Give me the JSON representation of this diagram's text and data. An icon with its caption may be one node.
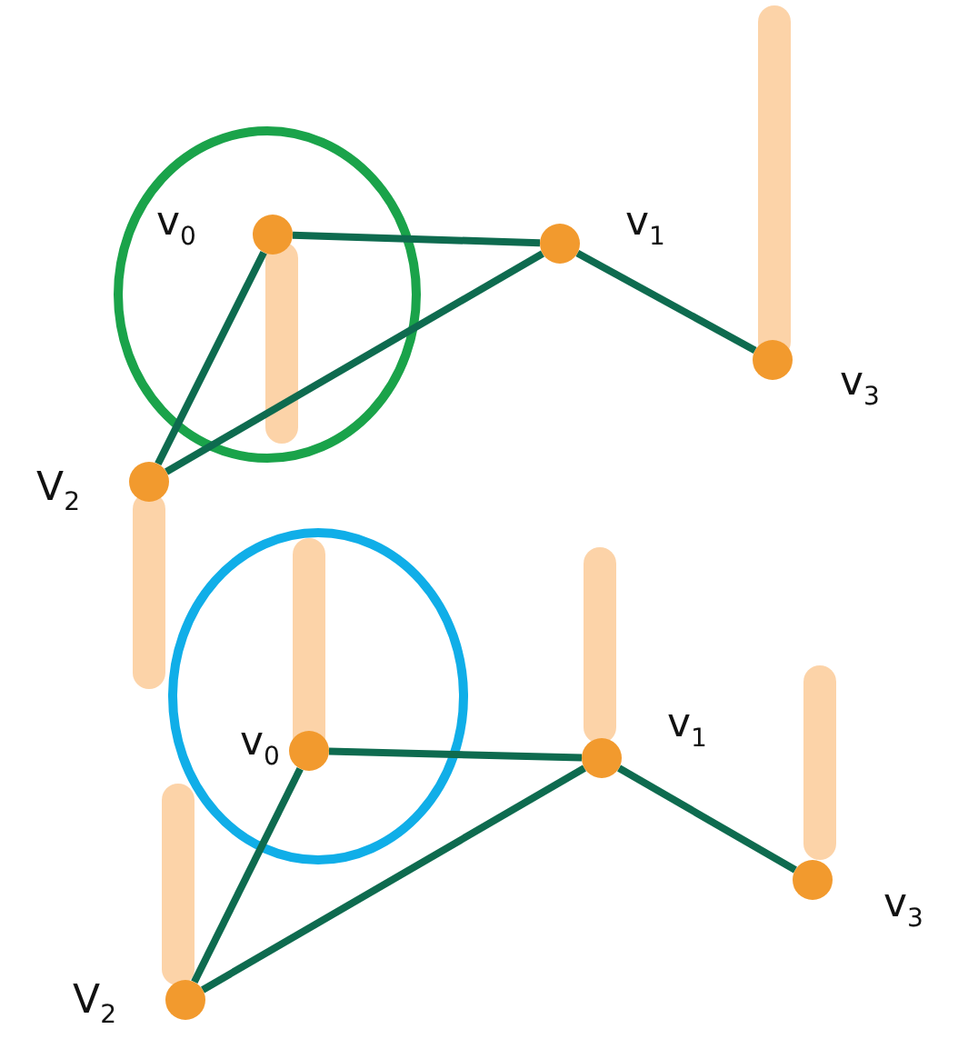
{
  "diagram": {
    "nodes": [
      {
        "text": [],
        "shape": "circle",
        "beside": [
          "v$_{0}$"
        ]
      },
      {
        "text": [],
        "shape": "circle",
        "beside": [
          "v$_{1}$"
        ]
      },
      {
        "text": [],
        "shape": "circle",
        "beside": [
          "v$_{3}$"
        ]
      },
      {
        "text": [],
        "shape": "circle",
        "beside": [
          "V$_{2}$"
        ]
      },
      {
        "text": [],
        "shape": "circle",
        "beside": [
          "v$_{0}$"
        ]
      },
      {
        "text": [],
        "shape": "circle",
        "beside": [
          "v$_{1}$"
        ]
      },
      {
        "text": [],
        "shape": "circle",
        "beside": [
          "v$_{3}$"
        ]
      },
      {
        "text": [],
        "shape": "circle",
        "beside": [
          "V$_{2}$"
        ]
      }
    ],
    "edges": [
      {
        "from": 0,
        "to": 1,
        "arrow": "none"
      },
      {
        "from": 1,
        "to": 2,
        "arrow": "none"
      },
      {
        "from": 0,
        "to": 3,
        "arrow": "none"
      },
      {
        "from": 1,
        "to": 3,
        "arrow": "none"
      },
      {
        "from": 4,
        "to": 5,
        "arrow": "none"
      },
      {
        "from": 5,
        "to": 6,
        "arrow": "none"
      },
      {
        "from": 4,
        "to": 7,
        "arrow": "none"
      },
      {
        "from": 5,
        "to": 7,
        "arrow": "none"
      }
    ]
  }
}
